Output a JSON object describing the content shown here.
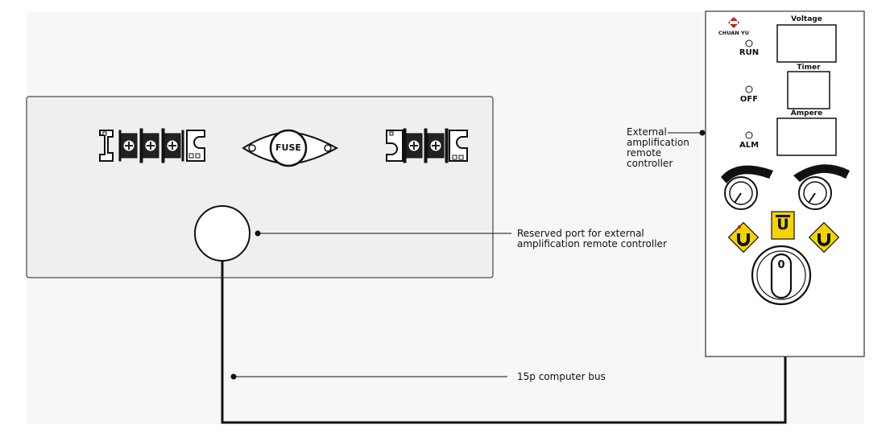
{
  "annotations": {
    "remote_controller": [
      "External",
      "amplification",
      "remote",
      "controller"
    ],
    "reserved_port": [
      "Reserved port for external",
      "amplification remote controller"
    ],
    "bus": "15p computer bus"
  },
  "terminal_block": {
    "fuse_label": "FUSE"
  },
  "controller": {
    "brand": "CHUAN YU",
    "displays": {
      "voltage": "Voltage",
      "timer": "Timer",
      "ampere": "Ampere"
    },
    "indicators": {
      "run": "RUN",
      "off": "OFF",
      "alm": "ALM"
    },
    "switch_label": "0",
    "magnet_label": "U"
  },
  "colors": {
    "background": "#f7f7f7",
    "panel": "#efefef",
    "stroke": "#111111",
    "yellow": "#f3d400",
    "red": "#cc2020"
  }
}
